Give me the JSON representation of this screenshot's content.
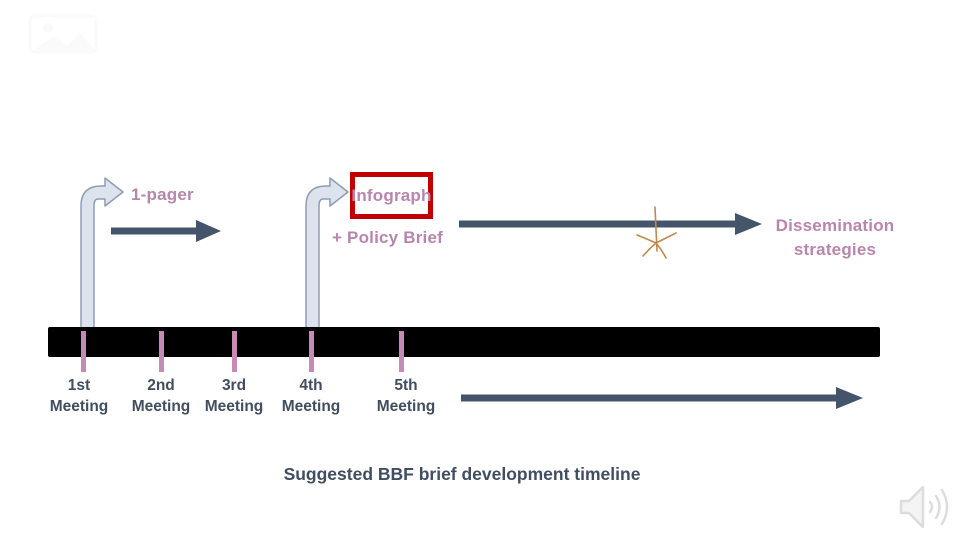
{
  "slide": {
    "title_caption": "Suggested BBF brief development timeline",
    "labels": {
      "one_pager": "1-pager",
      "infograph": "Infograph",
      "policy_brief": "+ Policy Brief",
      "dissemination": "Dissemination strategies"
    },
    "meetings": [
      {
        "ordinal": "1st",
        "word": "Meeting"
      },
      {
        "ordinal": "2nd",
        "word": "Meeting"
      },
      {
        "ordinal": "3rd",
        "word": "Meeting"
      },
      {
        "ordinal": "4th",
        "word": "Meeting"
      },
      {
        "ordinal": "5th",
        "word": "Meeting"
      }
    ],
    "icons": {
      "audio": "speaker-with-sound-waves-icon",
      "ghost_logo": "faint-picture-placeholder-icon",
      "annotation_star": "hand-drawn-asterisk"
    },
    "colors": {
      "accent_mauve": "#b886ad",
      "dark_slate_arrow": "#44546a",
      "text_dark": "#414e60",
      "infograph_border_red": "#c00000",
      "timeline_bar": "#000000",
      "tick_pink": "#c48cb4",
      "bent_arrow_fill": "#dde3ed",
      "bent_arrow_stroke": "#8d9cb5",
      "star_tan": "#bf8a4e",
      "audio_icon_gray": "#dcdcdc"
    }
  }
}
